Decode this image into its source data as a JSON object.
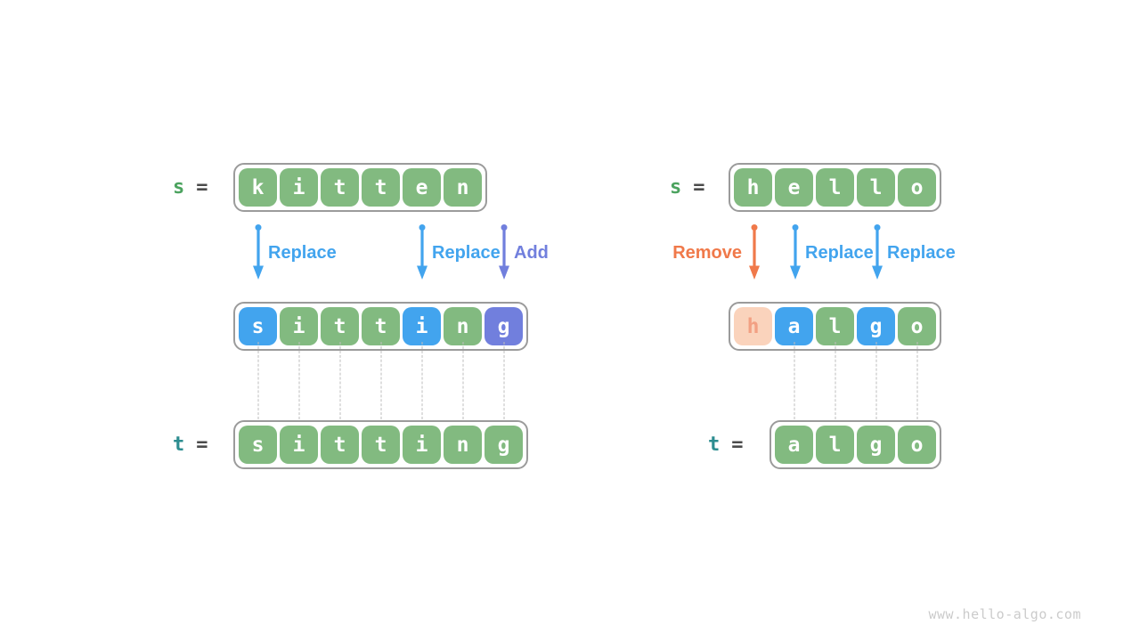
{
  "watermark": "www.hello-algo.com",
  "palette": {
    "green_cell": "#82BA80",
    "blue_cell": "#42A4EE",
    "purple_cell": "#717FDD",
    "peach_cell": "#FAD3BC",
    "peach_letter": "#F2A083",
    "orange_accent": "#F0794A",
    "s_label_color": "#4CA35F",
    "t_label_color": "#2D8D90",
    "equals_color": "#4B4B4B",
    "box_border": "#9B9B9B",
    "dash_color": "#BDBDBD"
  },
  "left_panel": {
    "s_label": "s",
    "s_equals": "=",
    "t_label": "t",
    "t_equals": "=",
    "s_cells": [
      "k",
      "i",
      "t",
      "t",
      "e",
      "n"
    ],
    "mid_cells": [
      {
        "char": "s",
        "color": "blue"
      },
      {
        "char": "i",
        "color": "green"
      },
      {
        "char": "t",
        "color": "green"
      },
      {
        "char": "t",
        "color": "green"
      },
      {
        "char": "i",
        "color": "blue"
      },
      {
        "char": "n",
        "color": "green"
      },
      {
        "char": "g",
        "color": "purple"
      }
    ],
    "t_cells": [
      "s",
      "i",
      "t",
      "t",
      "i",
      "n",
      "g"
    ],
    "operations": [
      {
        "label": "Replace",
        "color": "blue"
      },
      {
        "label": "Replace",
        "color": "blue"
      },
      {
        "label": "Add",
        "color": "purple"
      }
    ]
  },
  "right_panel": {
    "s_label": "s",
    "s_equals": "=",
    "t_label": "t",
    "t_equals": "=",
    "s_cells": [
      "h",
      "e",
      "l",
      "l",
      "o"
    ],
    "mid_cells": [
      {
        "char": "h",
        "color": "peach"
      },
      {
        "char": "a",
        "color": "blue"
      },
      {
        "char": "l",
        "color": "green"
      },
      {
        "char": "g",
        "color": "blue"
      },
      {
        "char": "o",
        "color": "green"
      }
    ],
    "t_cells": [
      "a",
      "l",
      "g",
      "o"
    ],
    "operations": [
      {
        "label": "Remove",
        "color": "orange"
      },
      {
        "label": "Replace",
        "color": "blue"
      },
      {
        "label": "Replace",
        "color": "blue"
      }
    ]
  }
}
